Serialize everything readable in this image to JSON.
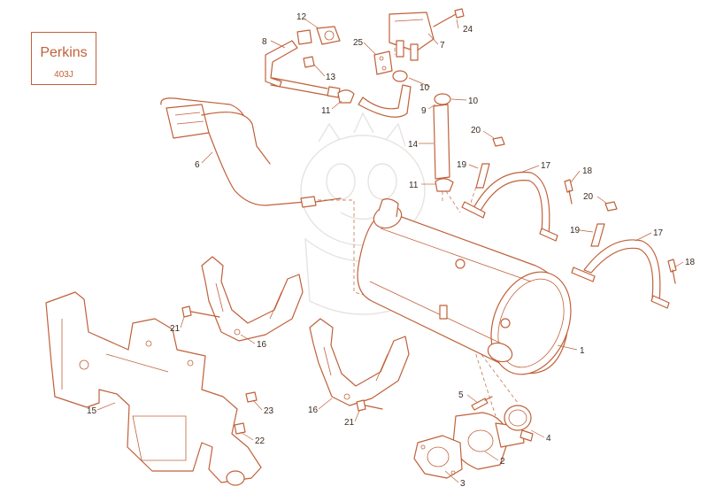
{
  "brand": {
    "name": "Perkins",
    "model": "403J"
  },
  "callouts": {
    "c1": "1",
    "c2": "2",
    "c3": "3",
    "c4": "4",
    "c5": "5",
    "c6": "6",
    "c7": "7",
    "c8": "8",
    "c9": "9",
    "c10a": "10",
    "c10b": "10",
    "c11a": "11",
    "c11b": "11",
    "c12": "12",
    "c13": "13",
    "c14": "14",
    "c15": "15",
    "c16a": "16",
    "c16b": "16",
    "c17a": "17",
    "c17b": "17",
    "c18a": "18",
    "c18b": "18",
    "c19a": "19",
    "c19b": "19",
    "c20a": "20",
    "c20b": "20",
    "c21a": "21",
    "c21b": "21",
    "c22": "22",
    "c23": "23",
    "c24": "24",
    "c25": "25"
  },
  "colors": {
    "line": "#c0613a",
    "text": "#3a2a22",
    "watermark": "#e7e3e0"
  }
}
